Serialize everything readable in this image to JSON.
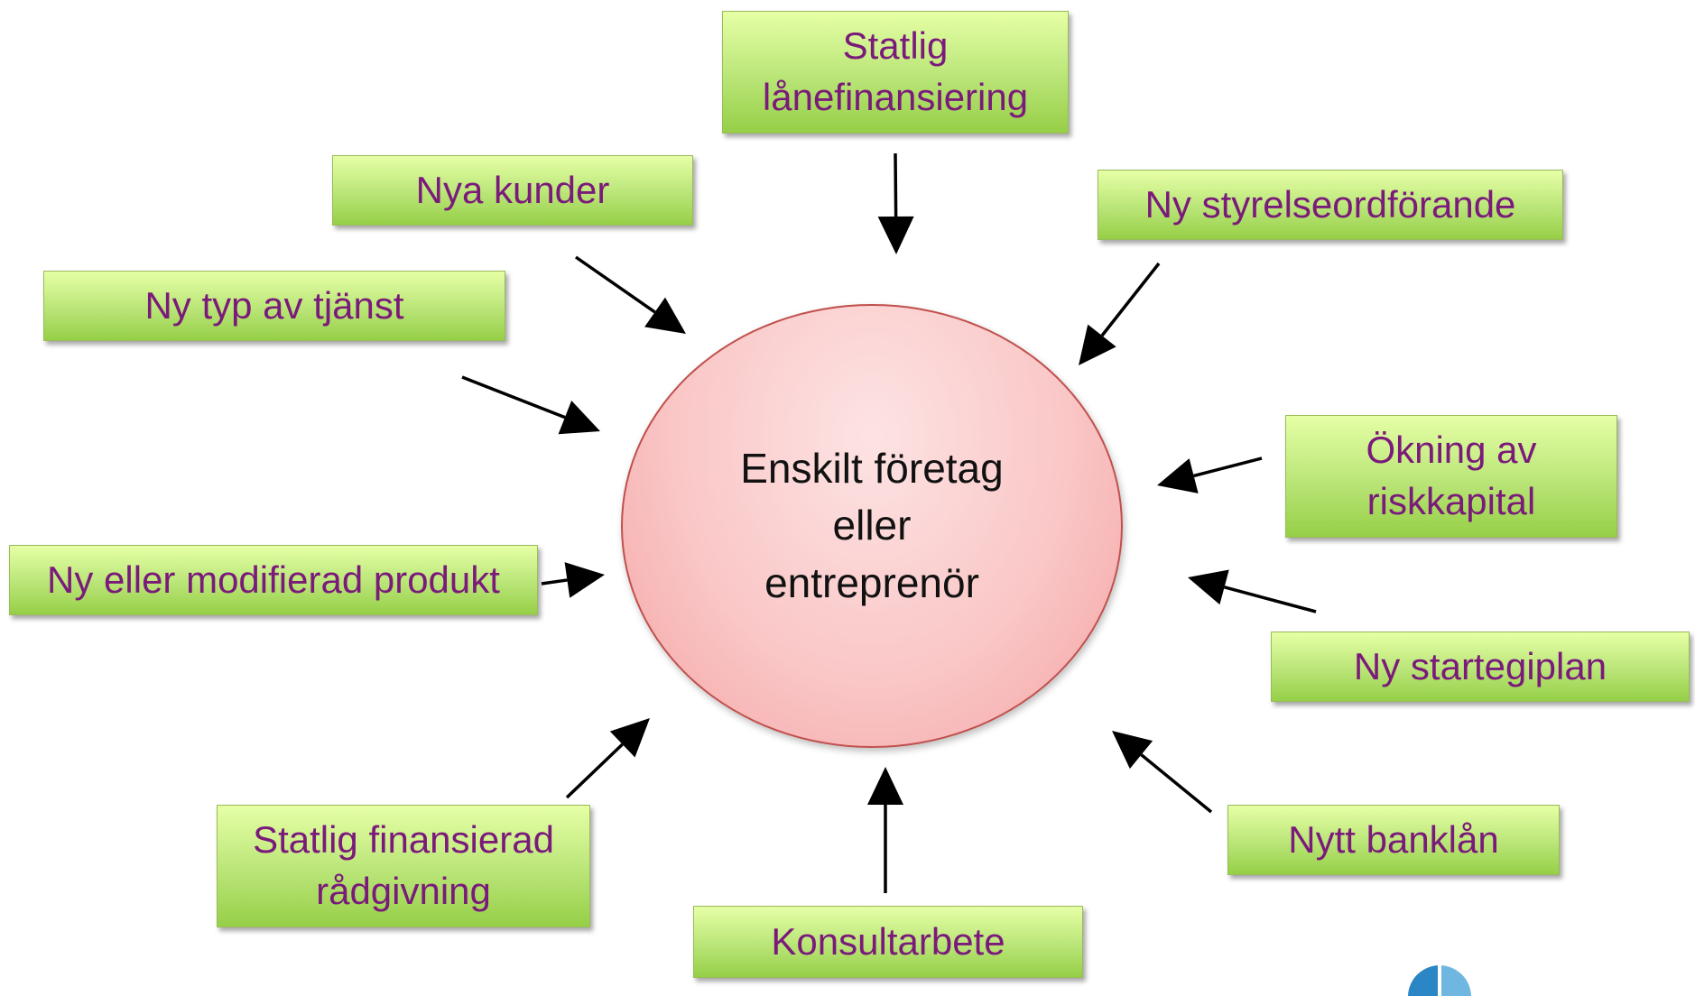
{
  "center": {
    "lines": [
      "Enskilt företag",
      "eller",
      "entreprenör"
    ]
  },
  "nodes": [
    {
      "id": "statlig-lanefinansiering",
      "lines": [
        "Statlig",
        "lånefinansiering"
      ]
    },
    {
      "id": "nya-kunder",
      "lines": [
        "Nya kunder"
      ]
    },
    {
      "id": "ny-styrelseordforande",
      "lines": [
        "Ny styrelseordförande"
      ]
    },
    {
      "id": "ny-typ-av-tjanst",
      "lines": [
        "Ny typ av tjänst"
      ]
    },
    {
      "id": "okning-av-riskkapital",
      "lines": [
        "Ökning av",
        "riskkapital"
      ]
    },
    {
      "id": "ny-eller-modifierad-produkt",
      "lines": [
        "Ny eller modifierad produkt"
      ]
    },
    {
      "id": "ny-startegiplan",
      "lines": [
        "Ny startegiplan"
      ]
    },
    {
      "id": "statlig-finansierad-radgivning",
      "lines": [
        "Statlig finansierad",
        "rådgivning"
      ]
    },
    {
      "id": "nytt-banklan",
      "lines": [
        "Nytt banklån"
      ]
    },
    {
      "id": "konsultarbete",
      "lines": [
        "Konsultarbete"
      ]
    }
  ],
  "colors": {
    "box_text": "#7a1a7a",
    "box_border": "#9bbb59",
    "circle_border": "#c0504d",
    "arrow": "#000000"
  }
}
